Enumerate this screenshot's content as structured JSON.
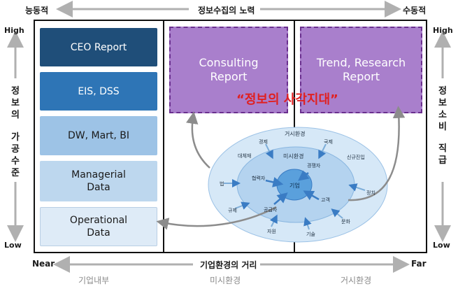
{
  "top_axis": {
    "left": "능동적",
    "center": "정보수집의 노력",
    "right": "수동적"
  },
  "left_axis": {
    "high": "High",
    "low": "Low",
    "title_line1": "정보의",
    "title_line2": "가공수준"
  },
  "right_axis": {
    "high": "High",
    "low": "Low",
    "title_line1": "정보소비",
    "title_line2": "직급"
  },
  "bottom_axis": {
    "near": "Near",
    "center": "기업환경의 거리",
    "far": "Far",
    "sub_left": "기업내부",
    "sub_center": "미시환경",
    "sub_right": "거시환경"
  },
  "layers": [
    {
      "label": "CEO Report",
      "bg": "#1f4e79",
      "fg": "#ffffff"
    },
    {
      "label": "EIS, DSS",
      "bg": "#2e75b6",
      "fg": "#ffffff"
    },
    {
      "label": "DW, Mart, BI",
      "bg": "#9dc3e6",
      "fg": "#1a1a1a"
    },
    {
      "label": "Managerial\nData",
      "bg": "#bdd7ee",
      "fg": "#1a1a1a"
    },
    {
      "label": "Operational\nData",
      "bg": "#deebf7",
      "fg": "#1a1a1a"
    }
  ],
  "reports": {
    "consulting": "Consulting\nReport",
    "trend": "Trend, Research\nReport"
  },
  "blind_spot": "“정보의 사각지대”",
  "environment": {
    "macro_title": "거시환경",
    "micro_title": "미시환경",
    "core": "기업",
    "macro_items": [
      "경제",
      "국제",
      "대체재",
      "신규진입",
      "법",
      "정치",
      "규제",
      "문화",
      "자원",
      "기술"
    ],
    "micro_items": [
      "경쟁자",
      "협력자",
      "고객",
      "공급자"
    ]
  },
  "colors": {
    "accent_red": "#e02020",
    "report_purple": "#a97fcc",
    "ellipse_outer": "#d6e8f7",
    "ellipse_mid": "#b4d3ef",
    "ellipse_core": "#5aa0dc"
  }
}
